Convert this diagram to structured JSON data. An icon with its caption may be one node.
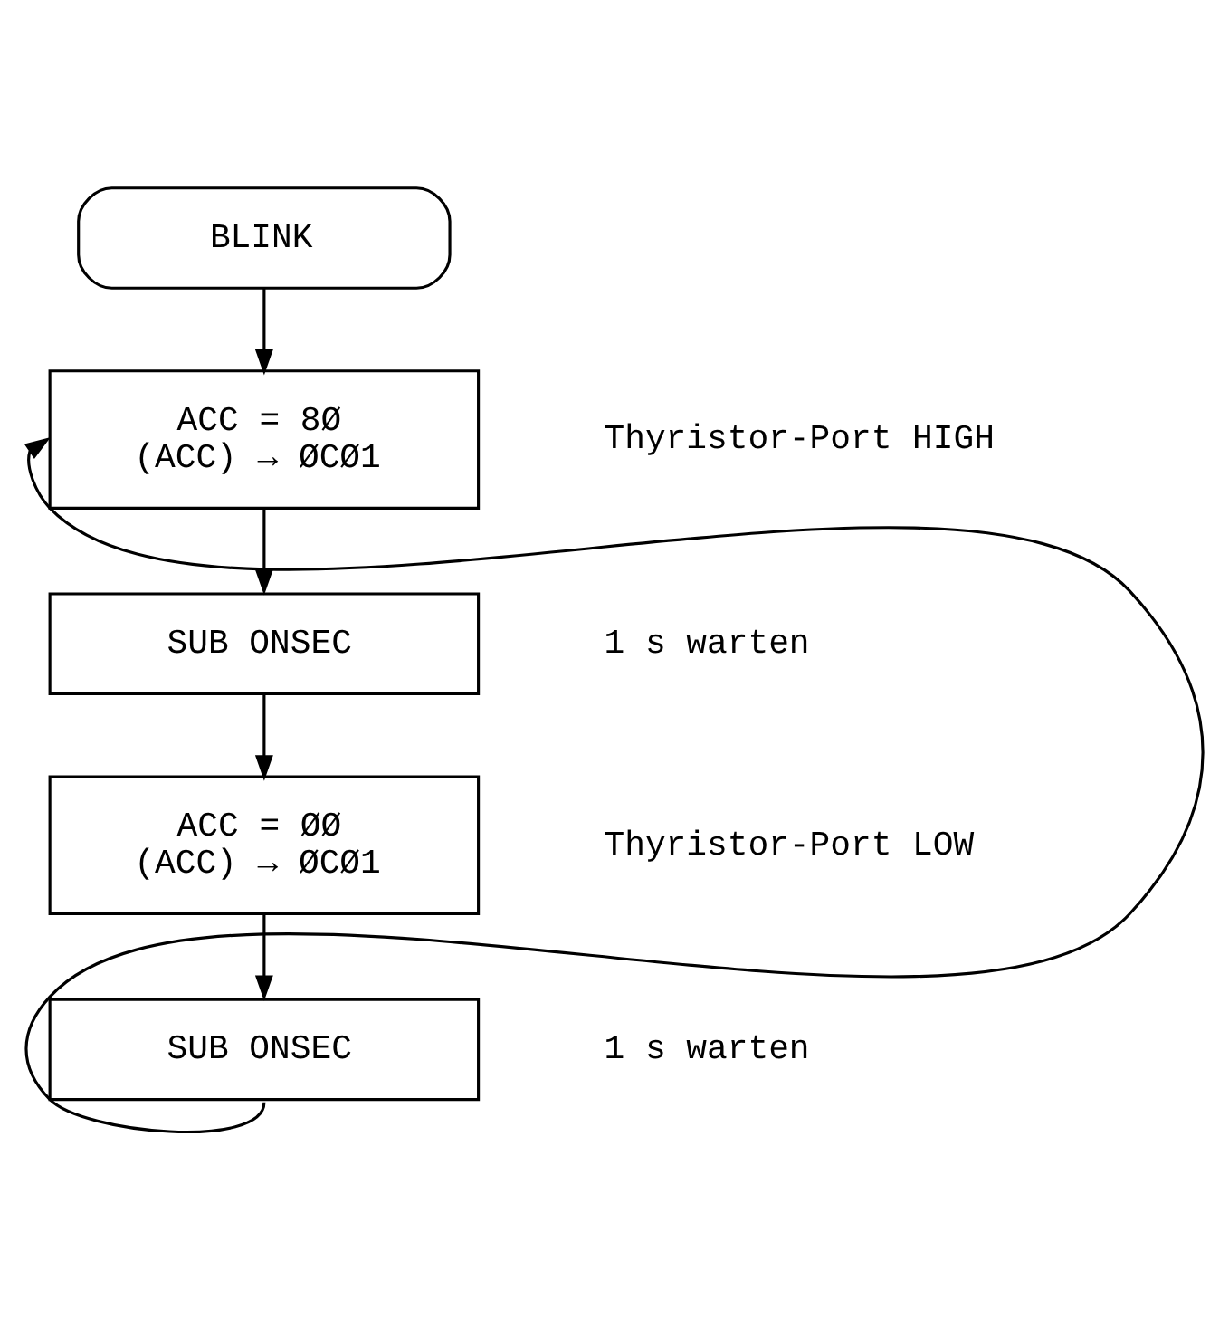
{
  "diagram": {
    "nodes": [
      {
        "text": [
          "BLINK"
        ]
      },
      {
        "text": [
          "ACC = 8Ø",
          "(ACC) → ØCØ1"
        ],
        "beside": [
          "Thyristor-Port HIGH"
        ]
      },
      {
        "text": [
          "SUB ONSEC"
        ],
        "beside": [
          "1 s warten"
        ]
      },
      {
        "text": [
          "ACC = ØØ",
          "(ACC) → ØCØ1"
        ],
        "beside": [
          "Thyristor-Port LOW"
        ]
      },
      {
        "text": [
          "SUB ONSEC"
        ],
        "beside": [
          "1 s warten"
        ]
      }
    ],
    "edges": [
      {
        "from": 0,
        "to": 1,
        "arrow": "to"
      },
      {
        "from": 1,
        "to": 2,
        "arrow": "to"
      },
      {
        "from": 2,
        "to": 3,
        "arrow": "to"
      },
      {
        "from": 3,
        "to": 4,
        "arrow": "to"
      },
      {
        "from": 4,
        "to": 1,
        "arrow": "to"
      }
    ]
  }
}
